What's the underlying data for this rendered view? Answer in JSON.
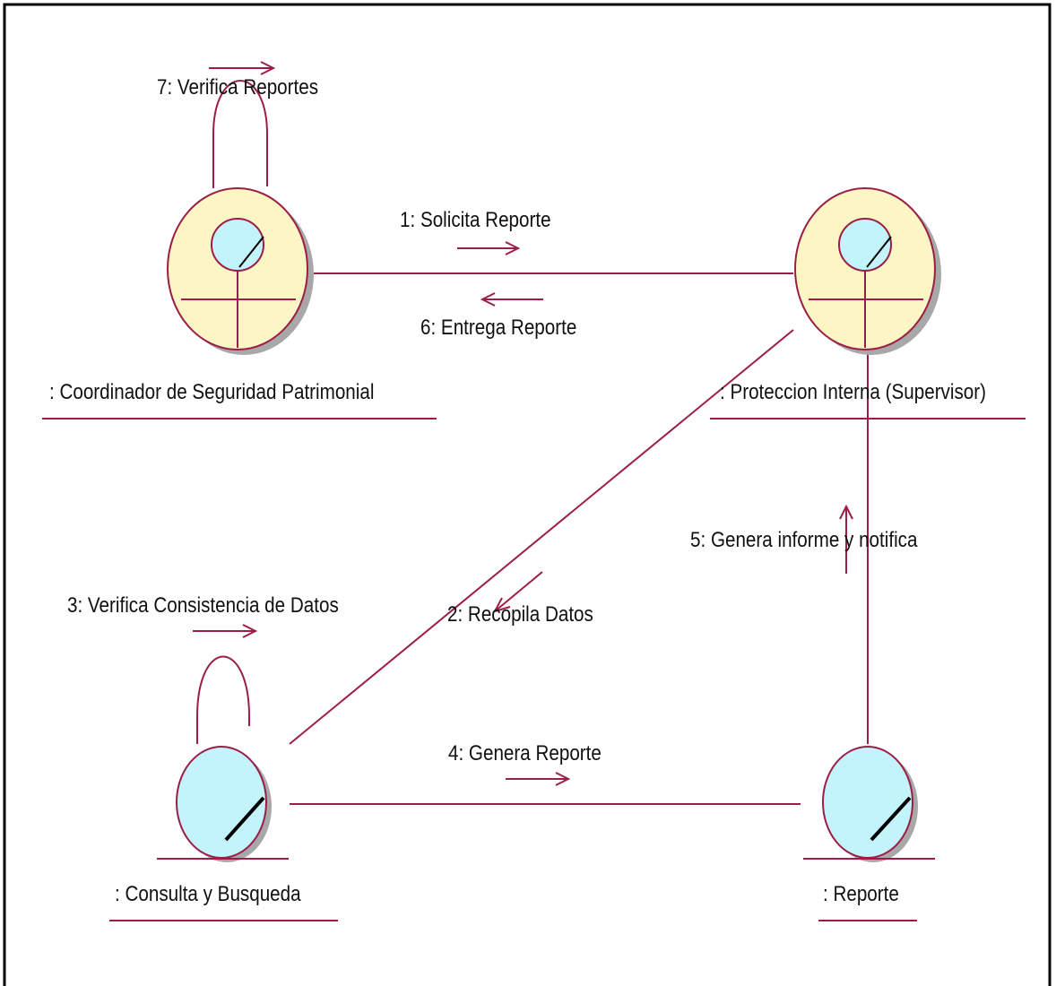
{
  "colors": {
    "line": "#9c1e47",
    "object_fill": "#fbf6c3",
    "bubble_fill": "#c4f4fb",
    "frame": "#000000"
  },
  "objects": {
    "coordinador": {
      "label": ": Coordinador de Seguridad Patrimonial",
      "kind": "control-object"
    },
    "proteccion": {
      "label": ": Proteccion Interna (Supervisor)",
      "kind": "control-object"
    },
    "consulta": {
      "label": ": Consulta y Busqueda",
      "kind": "entity-object"
    },
    "reporte": {
      "label": ": Reporte",
      "kind": "entity-object"
    }
  },
  "messages": [
    {
      "label": "1: Solicita Reporte",
      "from": "coordinador",
      "to": "proteccion"
    },
    {
      "label": "2: Recopila Datos",
      "from": "proteccion",
      "to": "consulta"
    },
    {
      "label": "3: Verifica Consistencia de Datos",
      "from": "consulta",
      "to": "consulta"
    },
    {
      "label": "4: Genera Reporte",
      "from": "consulta",
      "to": "reporte"
    },
    {
      "label": "5: Genera informe y notifica",
      "from": "reporte",
      "to": "proteccion"
    },
    {
      "label": "6: Entrega Reporte",
      "from": "proteccion",
      "to": "coordinador"
    },
    {
      "label": "7: Verifica Reportes",
      "from": "coordinador",
      "to": "coordinador"
    }
  ]
}
